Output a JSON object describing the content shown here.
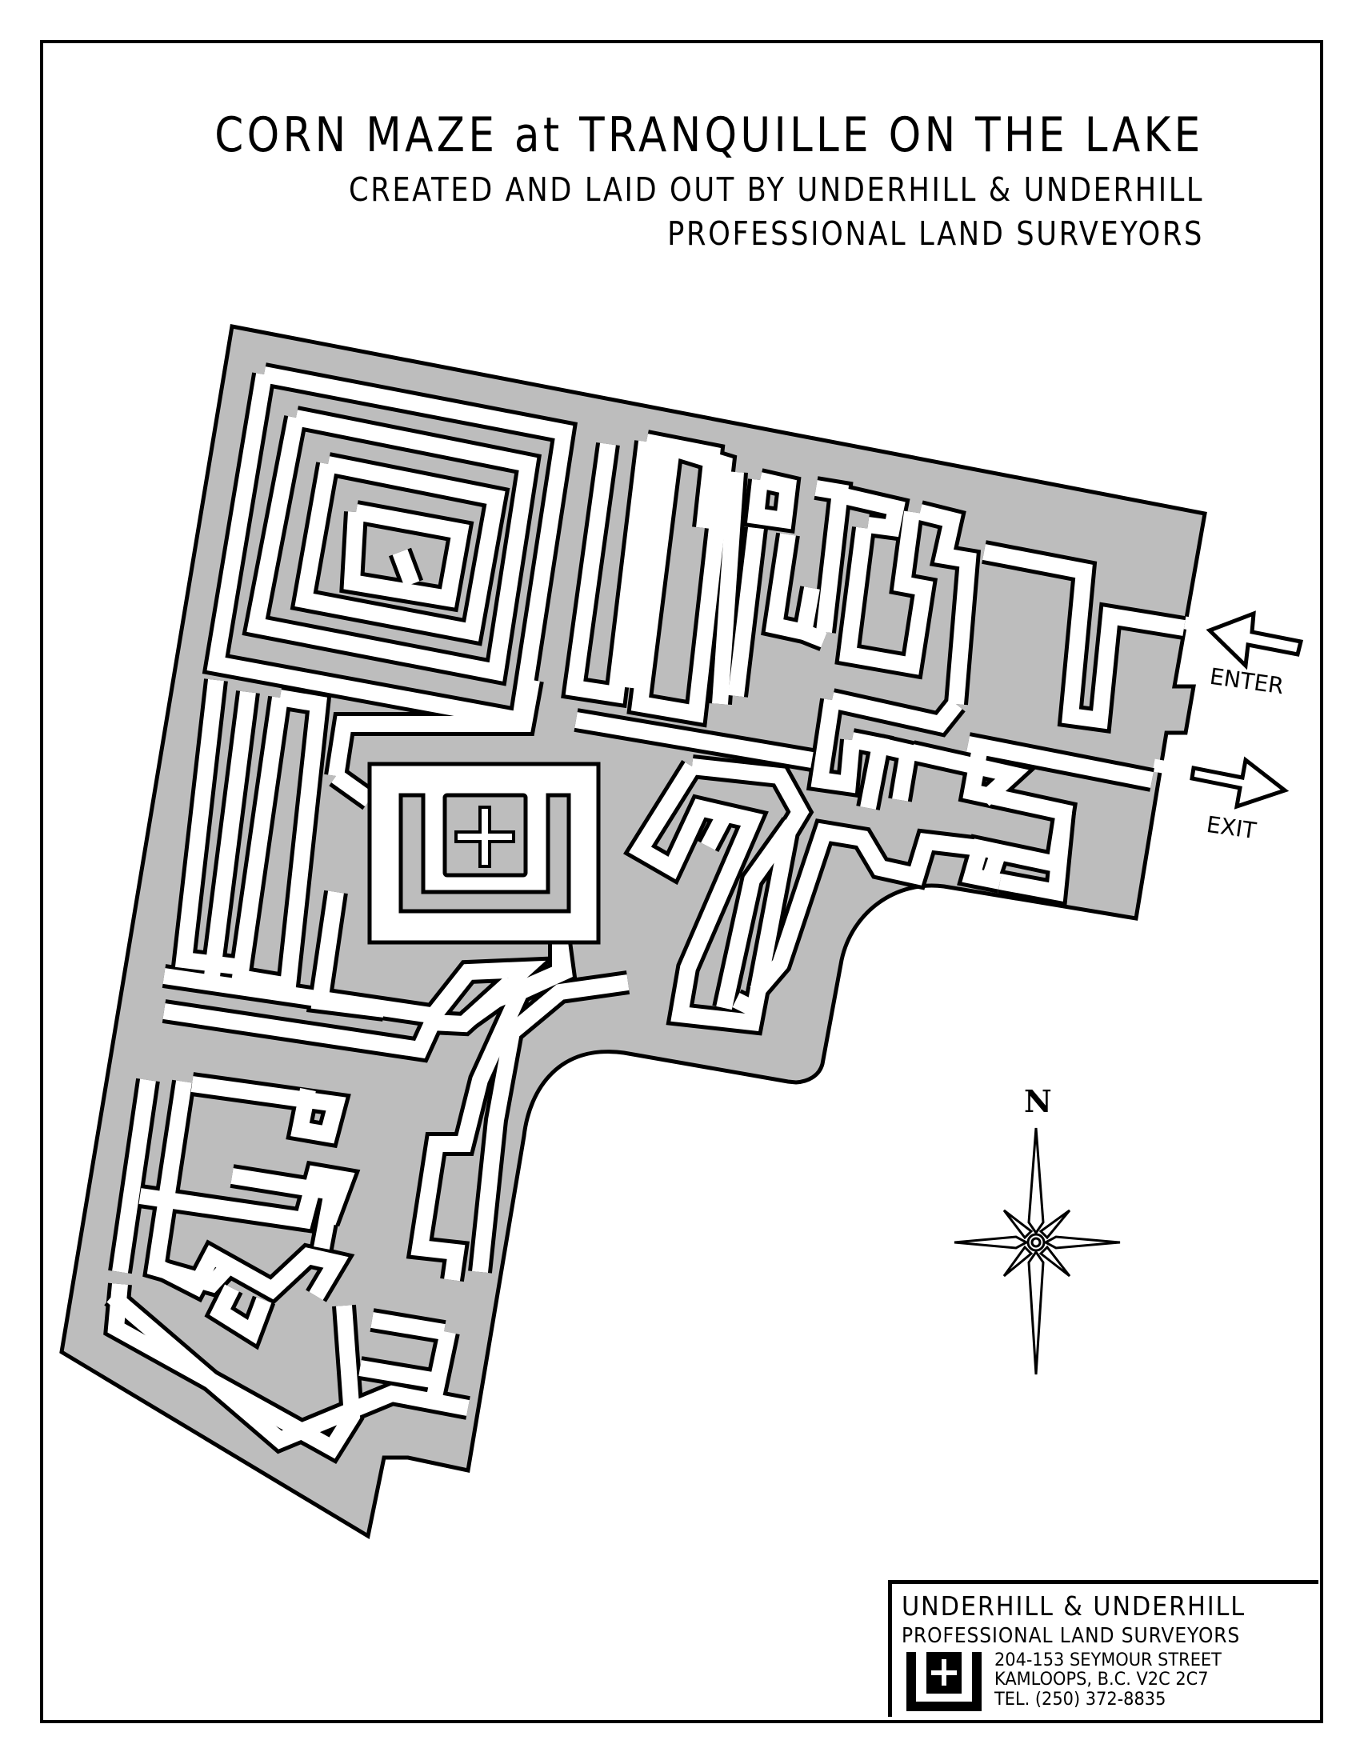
{
  "title": {
    "main": "CORN MAZE at TRANQUILLE ON THE LAKE",
    "line2": "CREATED AND LAID OUT BY UNDERHILL & UNDERHILL",
    "line3": "PROFESSIONAL LAND SURVEYORS"
  },
  "labels": {
    "enter": "ENTER",
    "exit": "EXIT",
    "north": "N"
  },
  "title_block": {
    "firm": "UNDERHILL & UNDERHILL",
    "subtitle": "PROFESSIONAL LAND SURVEYORS",
    "address": "204-153 SEYMOUR STREET",
    "city": "KAMLOOPS, B.C. V2C 2C7",
    "phone": "TEL. (250) 372-8835"
  },
  "colors": {
    "maze_fill": "#bdbdbd",
    "path": "#ffffff",
    "line": "#000000"
  },
  "icons": {
    "enter_arrow": "arrow-left-outline",
    "exit_arrow": "arrow-right-outline",
    "compass": "eight-point-compass-rose",
    "logo": "u-with-cross-square"
  }
}
